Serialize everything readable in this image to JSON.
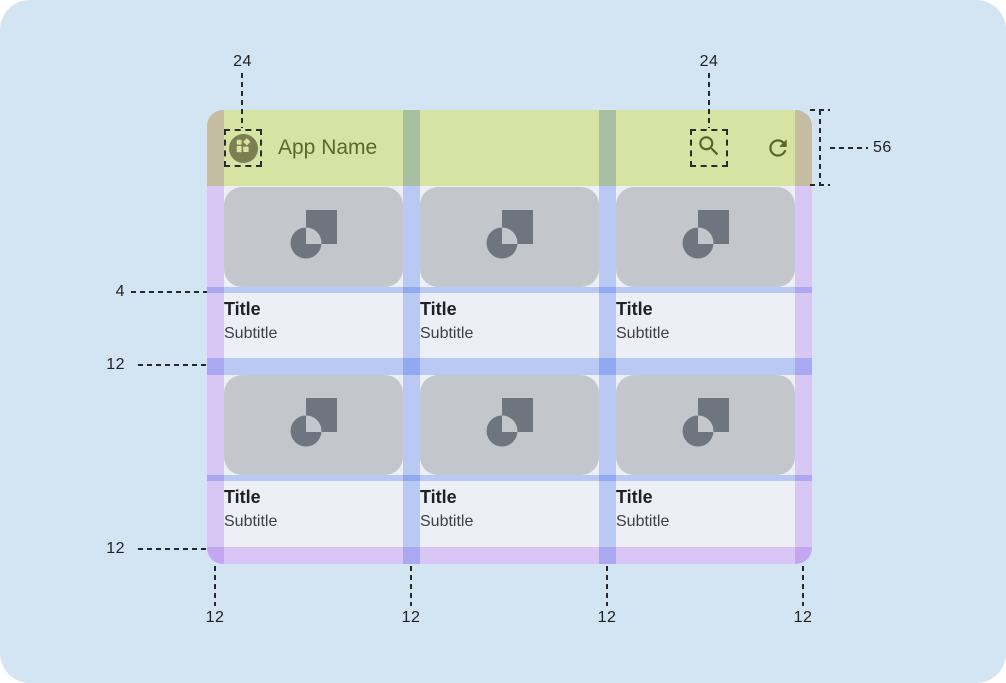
{
  "colors": {
    "canvas_bg": "#d3e4f3",
    "appbar_bg": "#d7e3a3",
    "appbar_text": "#5a682e",
    "appbar_icon": "#566327",
    "app_icon_circle": "#7c7f52",
    "app_icon_glyph": "#d7e3a3",
    "content_bg": "#edeff6",
    "placeholder_bg": "#c3c7cc",
    "placeholder_icon": "#6e757e",
    "margin_overlay": "#e9d5fd",
    "spacing_overlay": "#c7d7fc",
    "title_text": "#202124",
    "subtitle_text": "#3c4043",
    "annotation": "#202124"
  },
  "appbar": {
    "title": "App Name",
    "leading_icon": "dashboard-avatar-icon",
    "action_icons": [
      "search-icon",
      "refresh-icon"
    ]
  },
  "cards": [
    {
      "title": "Title",
      "subtitle": "Subtitle"
    },
    {
      "title": "Title",
      "subtitle": "Subtitle"
    },
    {
      "title": "Title",
      "subtitle": "Subtitle"
    },
    {
      "title": "Title",
      "subtitle": "Subtitle"
    },
    {
      "title": "Title",
      "subtitle": "Subtitle"
    },
    {
      "title": "Title",
      "subtitle": "Subtitle"
    }
  ],
  "annotations": {
    "icon_size_left": "24",
    "icon_size_right": "24",
    "appbar_height": "56",
    "image_text_gap": "4",
    "row_gutter": "12",
    "bottom_margin": "12",
    "bottom_spacings": [
      "12",
      "12",
      "12",
      "12"
    ]
  }
}
